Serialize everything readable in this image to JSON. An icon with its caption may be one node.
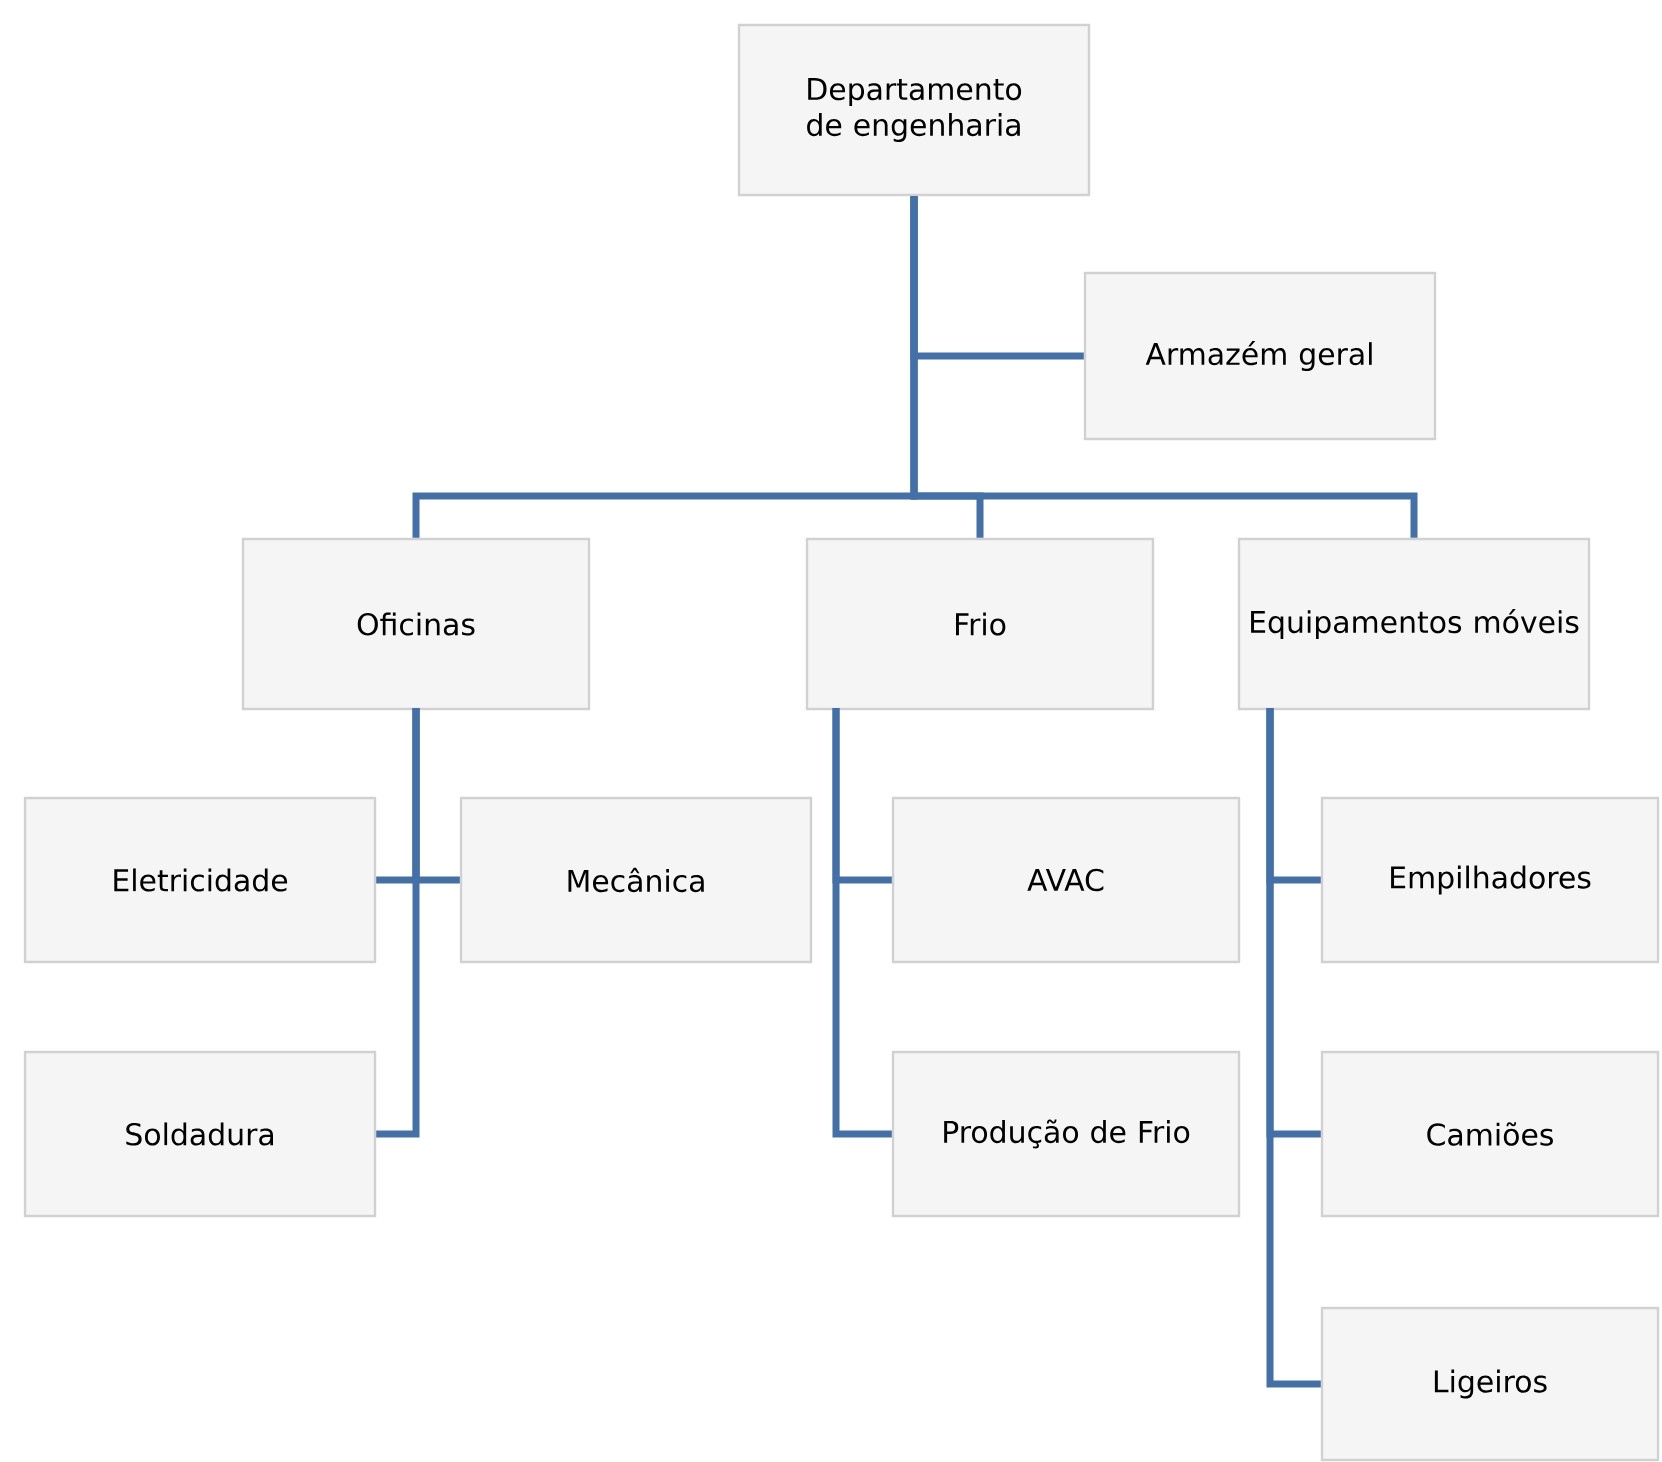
{
  "diagram": {
    "nodes": [
      {
        "text": [
          "Departamento de engenharia"
        ]
      },
      {
        "text": [
          "Armazém geral"
        ]
      },
      {
        "text": [
          "Oficinas"
        ]
      },
      {
        "text": [
          "Frio"
        ]
      },
      {
        "text": [
          "Equipamentos móveis"
        ]
      },
      {
        "text": [
          "Eletricidade"
        ]
      },
      {
        "text": [
          "Mecânica"
        ]
      },
      {
        "text": [
          "AVAC"
        ]
      },
      {
        "text": [
          "Empilhadores"
        ]
      },
      {
        "text": [
          "Soldadura"
        ]
      },
      {
        "text": [
          "Produção de Frio"
        ]
      },
      {
        "text": [
          "Camiões"
        ]
      },
      {
        "text": [
          "Ligeiros"
        ]
      }
    ],
    "edges": [
      {
        "from": 0,
        "to": 1,
        "arrow": "none"
      },
      {
        "from": 0,
        "to": 2,
        "arrow": "none"
      },
      {
        "from": 0,
        "to": 3,
        "arrow": "none"
      },
      {
        "from": 0,
        "to": 4,
        "arrow": "none"
      },
      {
        "from": 2,
        "to": 5,
        "arrow": "none"
      },
      {
        "from": 2,
        "to": 6,
        "arrow": "none"
      },
      {
        "from": 2,
        "to": 9,
        "arrow": "none"
      },
      {
        "from": 3,
        "to": 7,
        "arrow": "none"
      },
      {
        "from": 3,
        "to": 10,
        "arrow": "none"
      },
      {
        "from": 4,
        "to": 8,
        "arrow": "none"
      },
      {
        "from": 4,
        "to": 11,
        "arrow": "none"
      },
      {
        "from": 4,
        "to": 12,
        "arrow": "none"
      }
    ]
  }
}
